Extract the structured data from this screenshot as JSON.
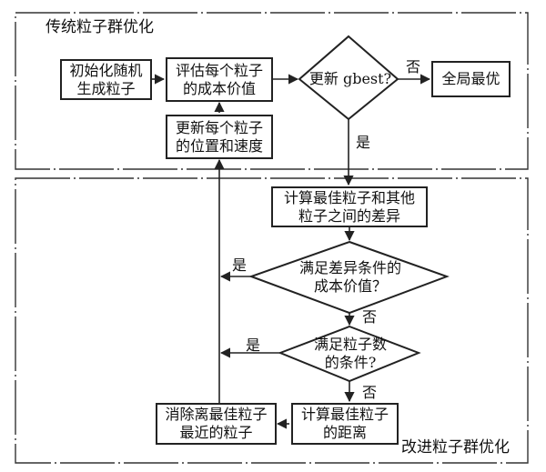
{
  "sections": {
    "traditional_title": "传统粒子群优化",
    "improved_title": "改进粒子群优化"
  },
  "nodes": {
    "init": "初始化随机\n生成粒子",
    "evaluate": "评估每个粒子\n的成本价值",
    "update_gbest": "更新 gbest?",
    "global_best": "全局最优",
    "update_pos": "更新每个粒子\n的位置和速度",
    "calc_diff": "计算最佳粒子和其他\n粒子之间的差异",
    "check_cost": "满足差异条件的\n成本价值？",
    "check_count": "满足粒子数\n的条件?",
    "remove_nearest": "消除离最佳粒子\n最近的粒子",
    "calc_distance": "计算最佳粒子\n的距离"
  },
  "edge_labels": {
    "gbest_no": "否",
    "gbest_yes": "是",
    "cost_yes": "是",
    "cost_no": "否",
    "count_yes": "是",
    "count_no": "否"
  }
}
